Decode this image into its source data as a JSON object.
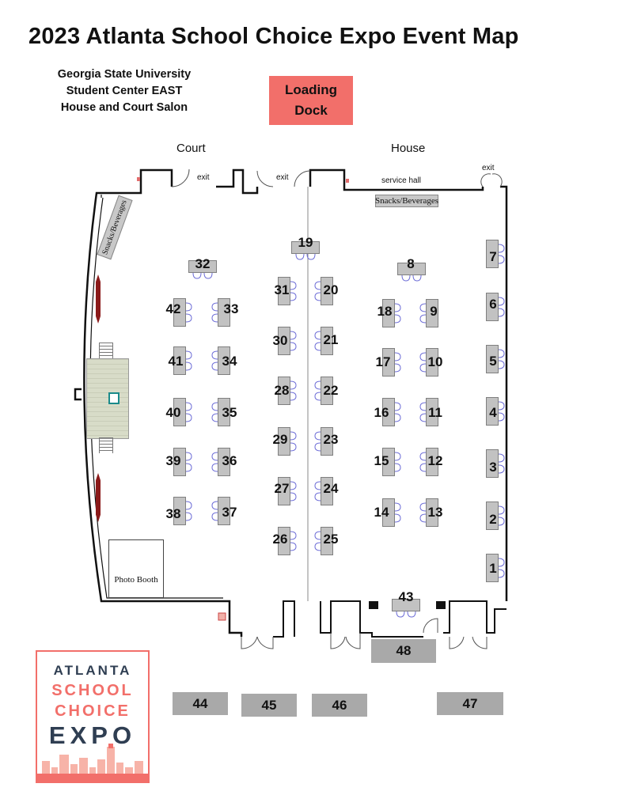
{
  "title": "2023 Atlanta School Choice Expo Event Map",
  "venue": {
    "line1": "Georgia State University",
    "line2": "Student Center EAST",
    "line3": "House and Court Salon"
  },
  "loading_dock": {
    "line1": "Loading",
    "line2": "Dock"
  },
  "areas": {
    "court": "Court",
    "house": "House",
    "exit": "exit",
    "service_hall": "service hall",
    "snacks_left": "Snacks/Beverages",
    "snacks_top": "Snacks/Beverages",
    "photo_booth": "Photo Booth"
  },
  "booths": {
    "b1": "1",
    "b2": "2",
    "b3": "3",
    "b4": "4",
    "b5": "5",
    "b6": "6",
    "b7": "7",
    "b8": "8",
    "b9": "9",
    "b10": "10",
    "b11": "11",
    "b12": "12",
    "b13": "13",
    "b14": "14",
    "b15": "15",
    "b16": "16",
    "b17": "17",
    "b18": "18",
    "b19": "19",
    "b20": "20",
    "b21": "21",
    "b22": "22",
    "b23": "23",
    "b24": "24",
    "b25": "25",
    "b26": "26",
    "b27": "27",
    "b28": "28",
    "b29": "29",
    "b30": "30",
    "b31": "31",
    "b32": "32",
    "b33": "33",
    "b34": "34",
    "b35": "35",
    "b36": "36",
    "b37": "37",
    "b38": "38",
    "b39": "39",
    "b40": "40",
    "b41": "41",
    "b42": "42",
    "b43": "43"
  },
  "outside_booths": {
    "b44": "44",
    "b45": "45",
    "b46": "46",
    "b47": "47",
    "b48": "48"
  },
  "logo": {
    "line1": "ATLANTA",
    "line2": "SCHOOL",
    "line3": "CHOICE",
    "line4": "EXPO"
  },
  "colors": {
    "accent": "#f26f6a",
    "table": "#c2c2c2",
    "chair": "#6b6bd6",
    "outside_booth": "#a9a9a9",
    "logo_navy": "#2f3e52"
  }
}
